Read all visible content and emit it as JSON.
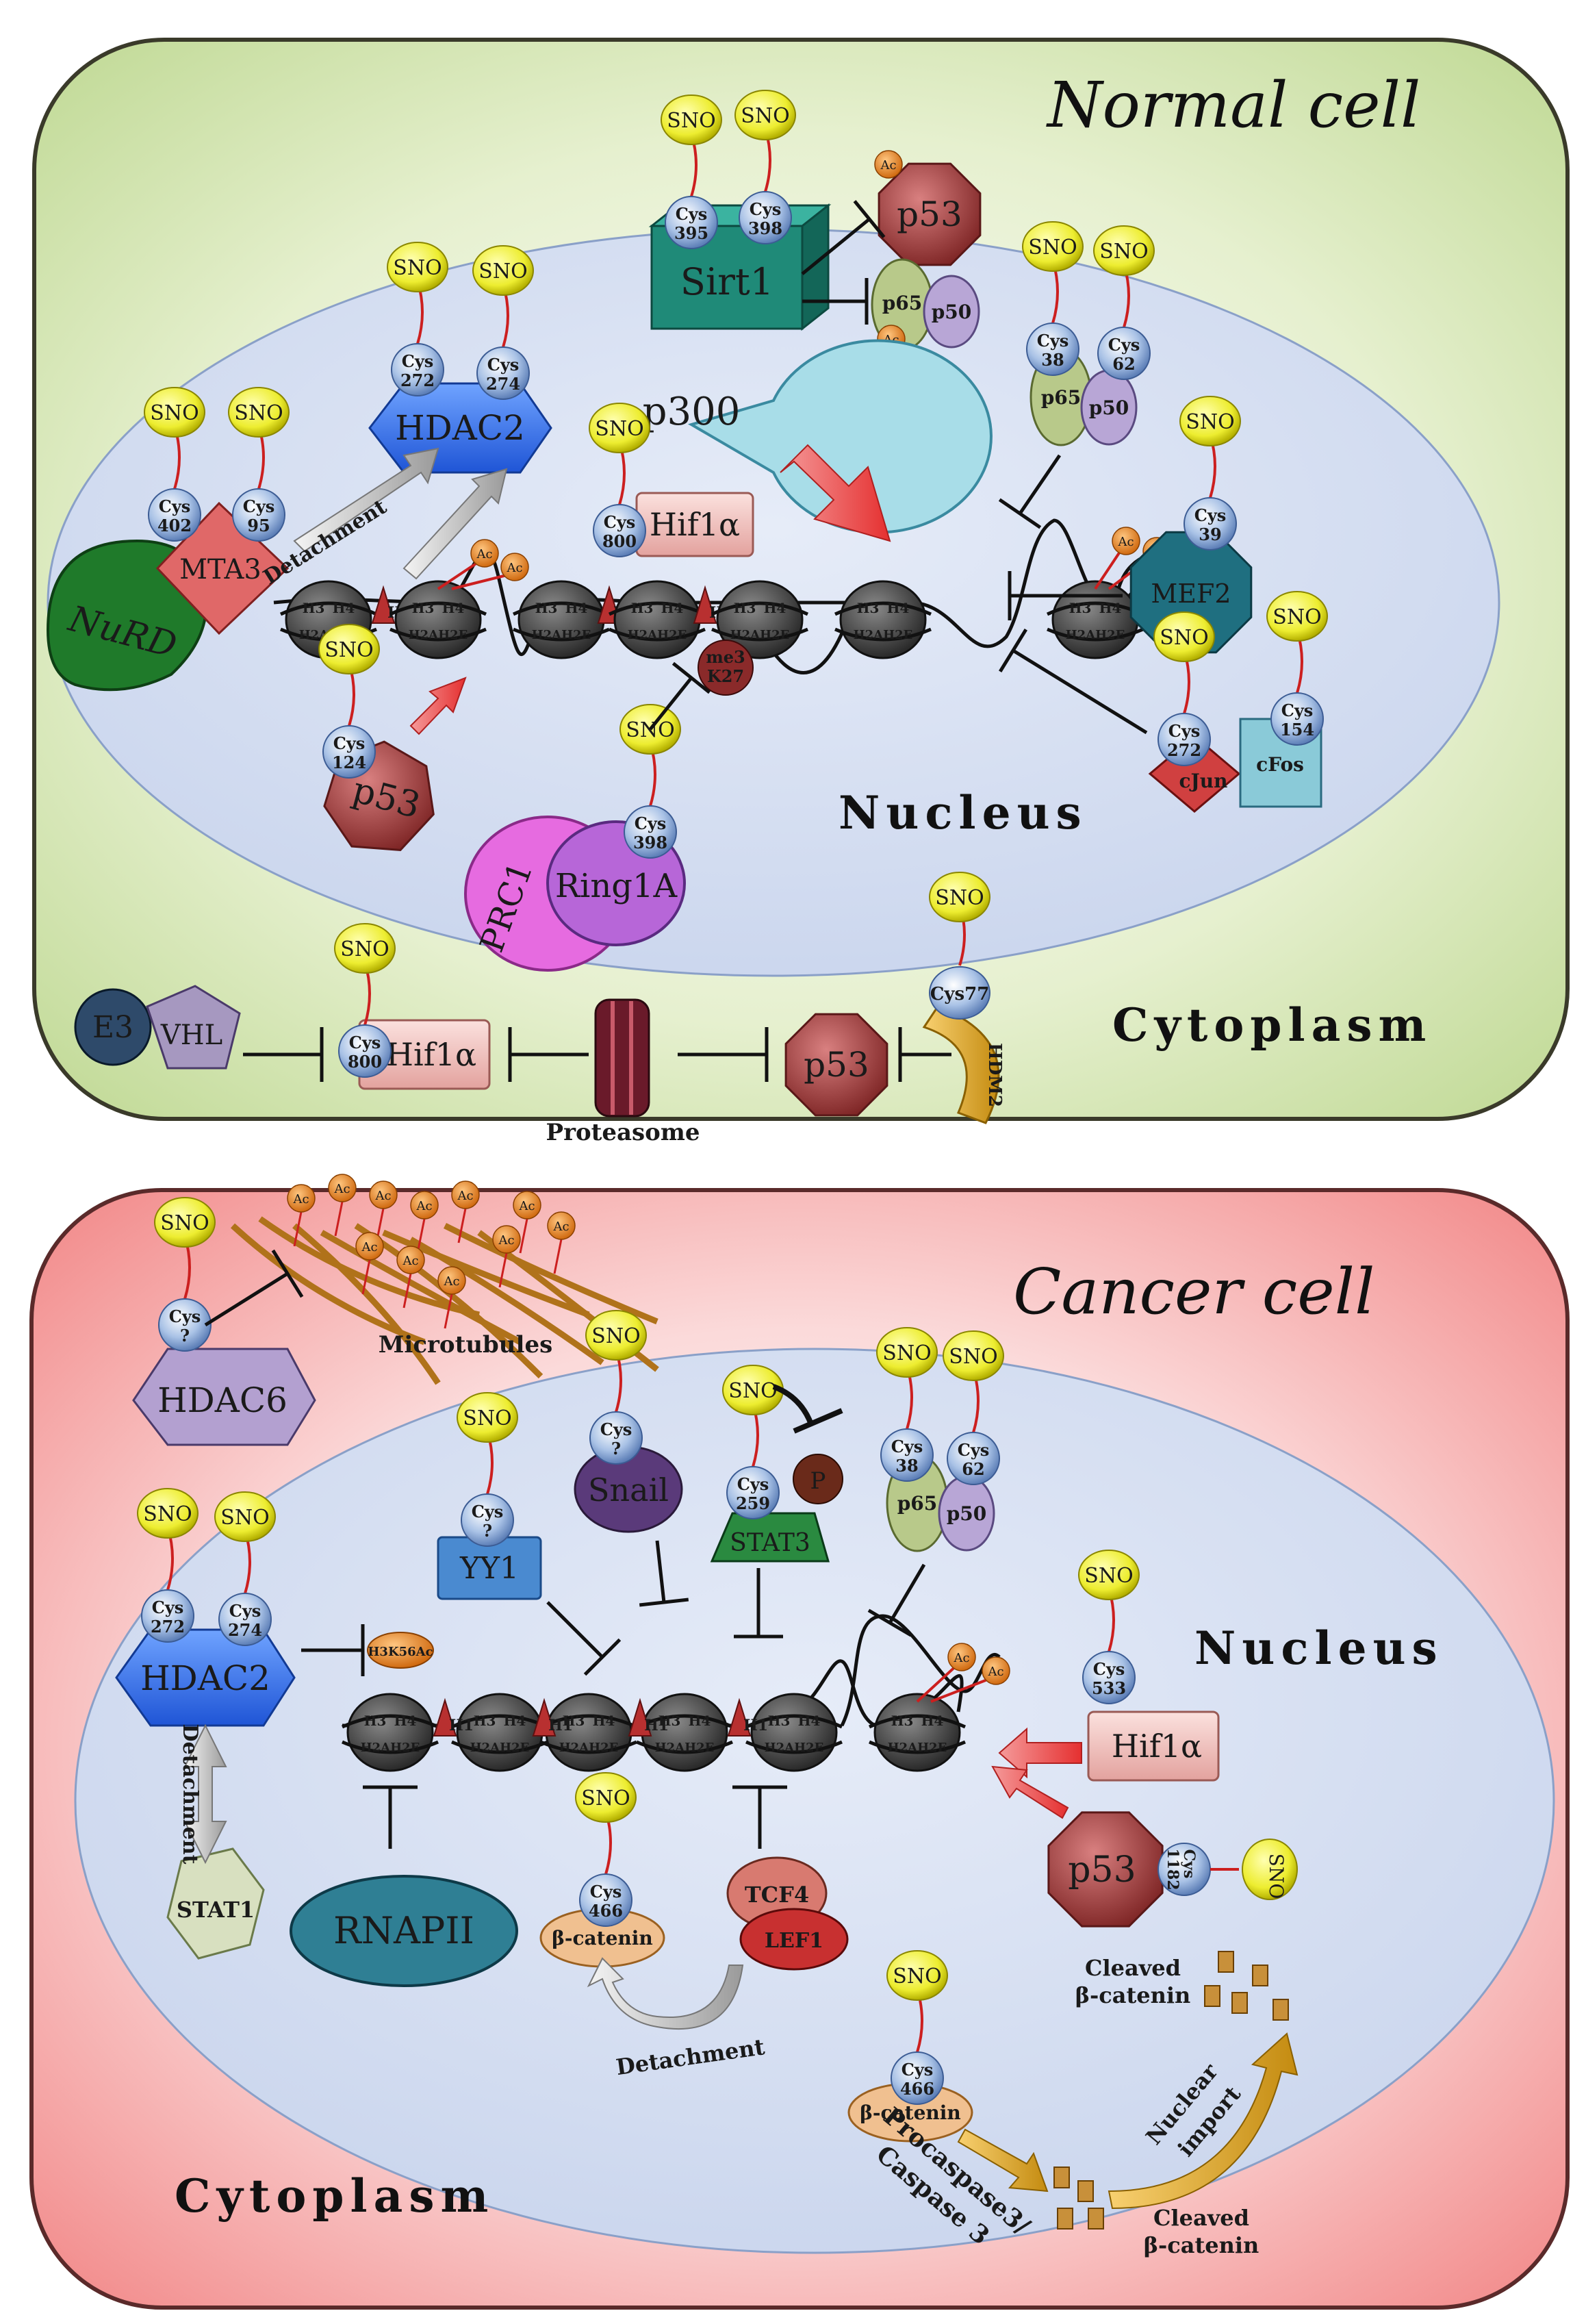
{
  "normal": {
    "title": "Normal cell",
    "nucleus": "Nucleus",
    "cytoplasm": "Cytoplasm",
    "sno": "SNO",
    "ac": "Ac",
    "proteins": {
      "sirt1": "Sirt1",
      "sirt1_cys_a": [
        "Cys",
        "395"
      ],
      "sirt1_cys_b": [
        "Cys",
        "398"
      ],
      "p53": "p53",
      "p65": "p65",
      "p50": "p50",
      "p65b_cys": [
        "Cys",
        "38"
      ],
      "p50b_cys": [
        "Cys",
        "62"
      ],
      "hdac2": "HDAC2",
      "hdac2_cys_a": [
        "Cys",
        "272"
      ],
      "hdac2_cys_b": [
        "Cys",
        "274"
      ],
      "p300": "p300",
      "hif1a": "Hif1α",
      "hif1a_cys": [
        "Cys",
        "800"
      ],
      "mta3": "MTA3",
      "mta3_cys_a": [
        "Cys",
        "402"
      ],
      "mta3_cys_b": [
        "Cys",
        "95"
      ],
      "nurd": "NuRD",
      "detachment": "Detachment",
      "p53n_cys": [
        "Cys",
        "124"
      ],
      "prc1": "PRC1",
      "ring1a": "Ring1A",
      "ring1a_cys": [
        "Cys",
        "398"
      ],
      "me3k27": [
        "me3",
        "K27"
      ],
      "mef2": "MEF2",
      "mef2_cys": [
        "Cys",
        "39"
      ],
      "cjun": "cJun",
      "cjun_cys": [
        "Cys",
        "272"
      ],
      "cfos": "cFos",
      "cfos_cys": [
        "Cys",
        "154"
      ],
      "e3": "E3",
      "vhl": "VHL",
      "proteasome": "Proteasome",
      "hdm2": "HDM2",
      "cys77": "Cys77",
      "h1": "H1",
      "h3": "H3",
      "h4": "H4",
      "h2a": "H2A",
      "h2b": "H2B",
      "h2ah2e": "H2AH2E"
    }
  },
  "cancer": {
    "title": "Cancer  cell",
    "nucleus": "Nucleus",
    "cytoplasm": "Cytoplasm",
    "proteins": {
      "hdac6": "HDAC6",
      "hdac6_cys": [
        "Cys",
        "?"
      ],
      "microtubules": "Microtubules",
      "snail": "Snail",
      "snail_cys": [
        "Cys",
        "?"
      ],
      "stat3": "STAT3",
      "stat3_cys": [
        "Cys",
        "259"
      ],
      "p": "P",
      "p65": "p65",
      "p50": "p50",
      "p65_cys": [
        "Cys",
        "38"
      ],
      "p50_cys": [
        "Cys",
        "62"
      ],
      "yy1": "YY1",
      "yy1_cys": [
        "Cys",
        "?"
      ],
      "hdac2": "HDAC2",
      "hdac2_cys_a": [
        "Cys",
        "272"
      ],
      "hdac2_cys_b": [
        "Cys",
        "274"
      ],
      "h3k56ac": "H3K56Ac",
      "hif1a": "Hif1α",
      "hif1a_cys": [
        "Cys",
        "533"
      ],
      "p53": "p53",
      "p53_cys": [
        "Cys",
        "1182"
      ],
      "stat1": "STAT1",
      "rnapii": "RNAPII",
      "detachment": "Detachment",
      "bcat": "β-catenin",
      "bcat_cys": [
        "Cys",
        "466"
      ],
      "tcf4": "TCF4",
      "lef1": "LEF1",
      "detachment2": "Detachment",
      "cleaved_bcat": [
        "Cleaved",
        "β-catenin"
      ],
      "procaspase": [
        "Procaspase3/",
        "Caspase 3"
      ],
      "nuclear_import": [
        "Nuclear",
        "import"
      ]
    }
  }
}
